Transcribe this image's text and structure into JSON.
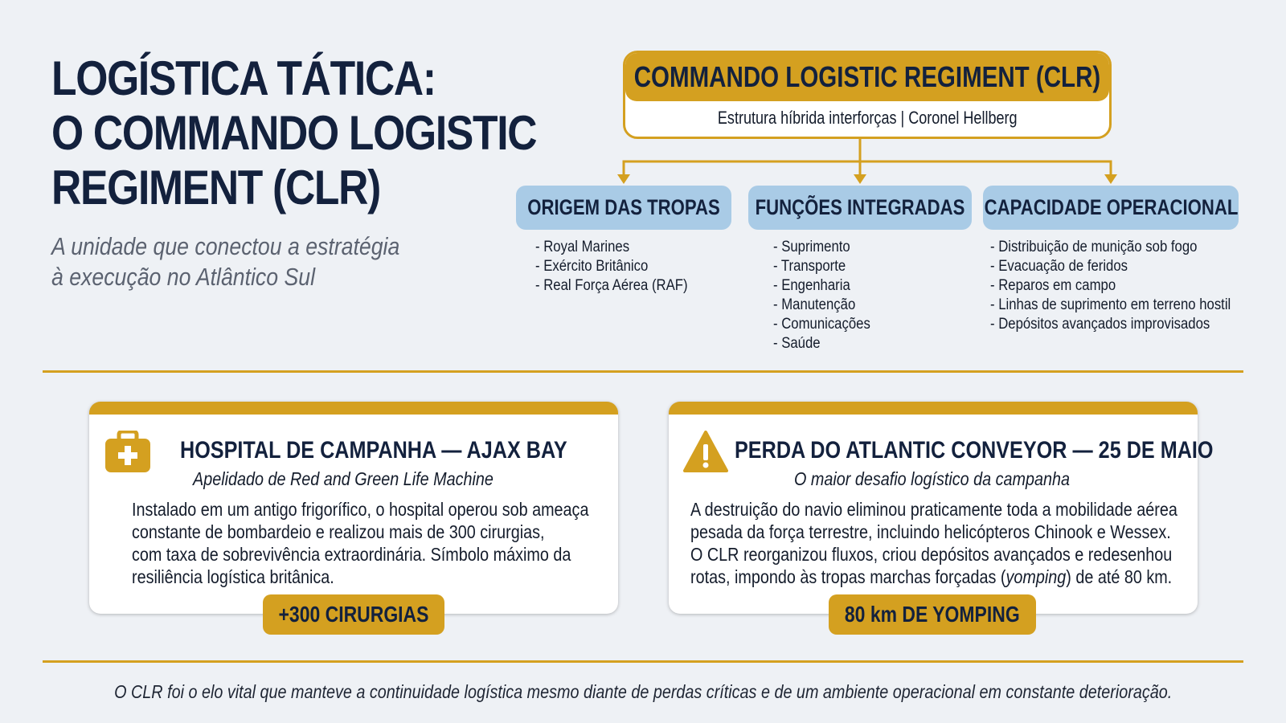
{
  "header": {
    "title_lines": [
      "LOGÍSTICA TÁTICA:",
      "O COMMANDO LOGISTIC",
      "REGIMENT (CLR)"
    ],
    "subtitle_lines": [
      "A unidade que conectou a estratégia",
      "à execução no Atlântico Sul"
    ]
  },
  "org": {
    "title": "COMMANDO LOGISTIC REGIMENT (CLR)",
    "subtitle": "Estrutura híbrida interforças | Coronel Hellberg",
    "columns": [
      {
        "heading": "ORIGEM DAS TROPAS",
        "items": [
          "- Royal Marines",
          "- Exército Britânico",
          "- Real Força Aérea (RAF)"
        ]
      },
      {
        "heading": "FUNÇÕES INTEGRADAS",
        "items": [
          "- Suprimento",
          "- Transporte",
          "- Engenharia",
          "- Manutenção",
          "- Comunicações",
          "- Saúde"
        ]
      },
      {
        "heading": "CAPACIDADE OPERACIONAL",
        "items": [
          "- Distribuição de munição sob fogo",
          "- Evacuação de feridos",
          "- Reparos em campo",
          "- Linhas de suprimento em terreno hostil",
          "- Depósitos avançados improvisados"
        ]
      }
    ]
  },
  "cards": [
    {
      "title": "HOSPITAL DE CAMPANHA — AJAX BAY",
      "subtitle": "Apelidado de Red and Green Life Machine",
      "body": "Instalado em um antigo frigorífico, o hospital operou sob ameaça\nconstante de bombardeio e realizou mais de 300 cirurgias,\ncom taxa de sobrevivência extraordinária. Símbolo máximo da\nresiliência logística britânica.",
      "badge": "+300 CIRURGIAS",
      "icon": "medical-kit-icon"
    },
    {
      "title": "PERDA DO ATLANTIC CONVEYOR — 25 DE MAIO",
      "subtitle": "O maior desafio logístico da campanha",
      "body_before": "A destruição do navio eliminou praticamente toda a mobilidade aérea\npesada da força terrestre, incluindo helicópteros Chinook e Wessex.\nO CLR reorganizou fluxos, criou depósitos avançados e redesenhou\nrotas, impondo às tropas marchas forçadas (",
      "body_italic": "yomping",
      "body_after": ") de até 80 km.",
      "badge": "80 km DE YOMPING",
      "icon": "warning-icon"
    }
  ],
  "footer": "O CLR foi o elo vital que manteve a continuidade logística mesmo diante de perdas críticas e de um ambiente operacional em constante deterioração.",
  "colors": {
    "navy": "#13213d",
    "gold": "#d4a020",
    "blue": "#a9cbe6",
    "bg": "#eef1f5"
  }
}
